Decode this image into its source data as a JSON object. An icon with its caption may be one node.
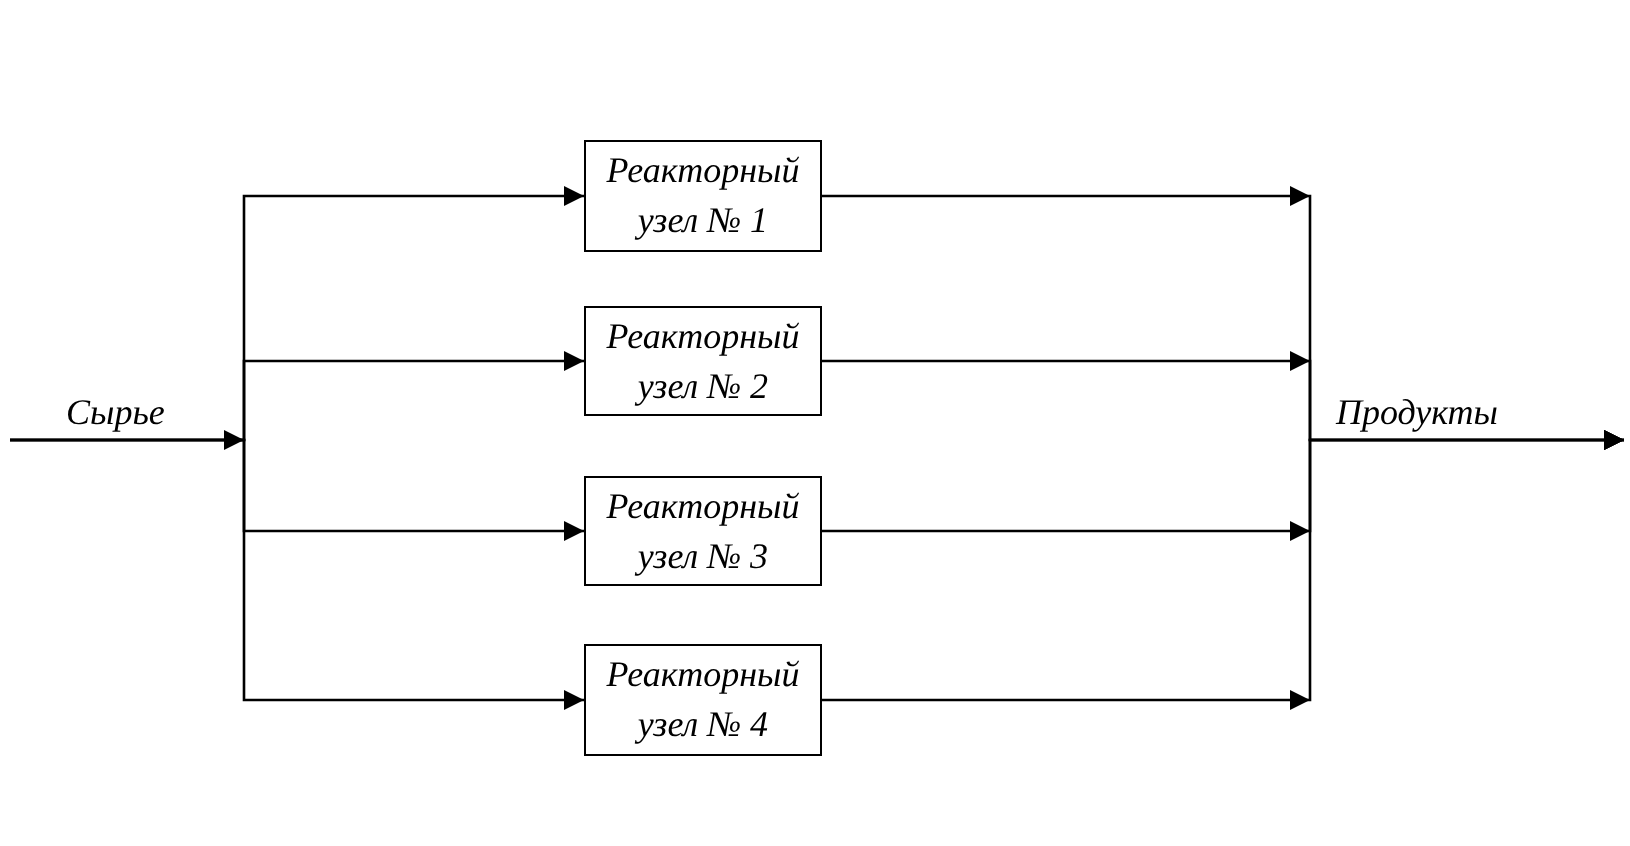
{
  "diagram": {
    "nodes": [
      {
        "text": [
          "Сырье"
        ]
      },
      {
        "text": [
          "Реакторный узел № 1"
        ]
      },
      {
        "text": [
          "Реакторный узел № 2"
        ]
      },
      {
        "text": [
          "Реакторный узел № 3"
        ]
      },
      {
        "text": [
          "Реакторный узел № 4"
        ]
      },
      {
        "text": [
          "Продукты"
        ]
      }
    ],
    "edges": [
      {
        "from": 0,
        "to": 1,
        "arrow": "to"
      },
      {
        "from": 0,
        "to": 2,
        "arrow": "to"
      },
      {
        "from": 0,
        "to": 3,
        "arrow": "to"
      },
      {
        "from": 0,
        "to": 4,
        "arrow": "to"
      },
      {
        "from": 1,
        "to": 5,
        "arrow": "to"
      },
      {
        "from": 2,
        "to": 5,
        "arrow": "to"
      },
      {
        "from": 3,
        "to": 5,
        "arrow": "to"
      },
      {
        "from": 4,
        "to": 5,
        "arrow": "to"
      }
    ]
  }
}
